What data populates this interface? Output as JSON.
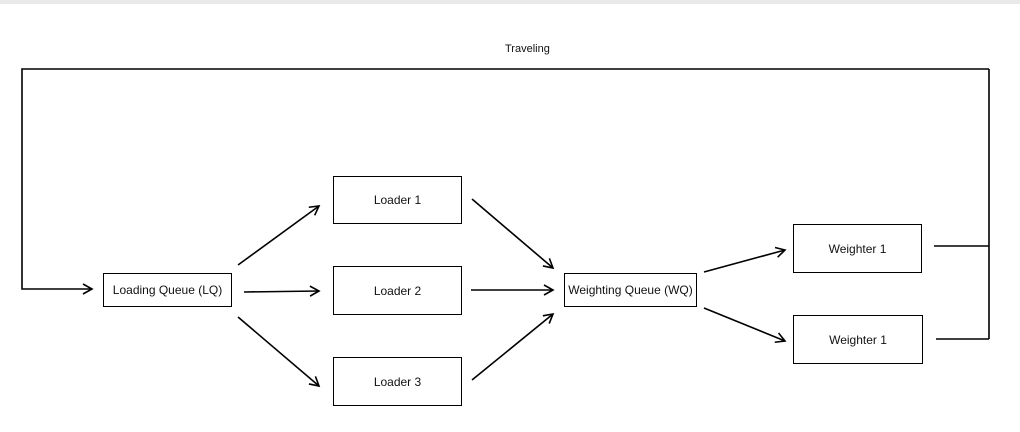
{
  "diagram": {
    "nodes": {
      "lq": "Loading Queue (LQ)",
      "loader1": "Loader 1",
      "loader2": "Loader 2",
      "loader3": "Loader 3",
      "wq": "Weighting Queue (WQ)",
      "weighter_top": "Weighter 1",
      "weighter_bottom": "Weighter 1"
    },
    "edges": {
      "traveling": "Traveling"
    },
    "colors": {
      "stroke": "#000000",
      "background": "#ffffff",
      "topbar": "#e9e9e9"
    }
  }
}
